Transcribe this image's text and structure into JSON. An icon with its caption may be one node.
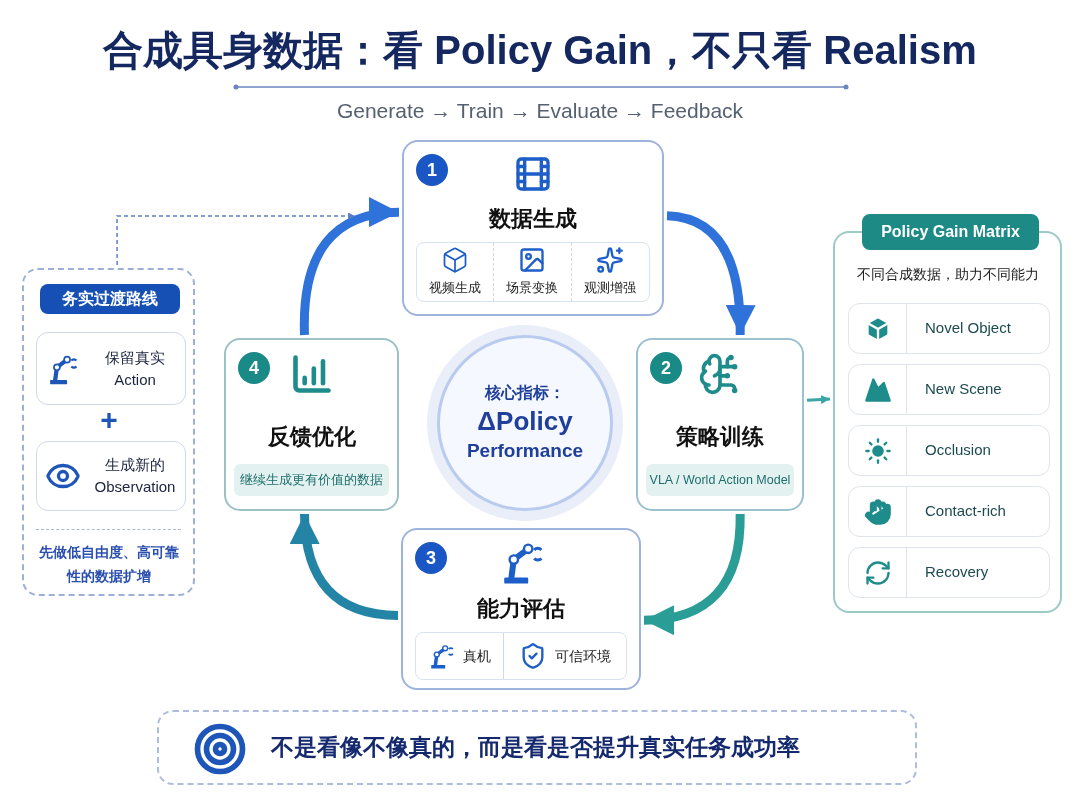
{
  "diagram": {
    "title": "合成具身数据：看 Policy Gain，不只看 Realism",
    "nodes": [
      {
        "text": [
          "务实过渡路线",
          "先做低自由度、高可靠性的数据扩增"
        ]
      },
      {
        "text": [
          "保留真实 Action"
        ],
        "in": 0
      },
      {
        "text": [
          "生成新的 Observation"
        ],
        "in": 0
      },
      {
        "text": [
          "1",
          "数据生成",
          "视频生成",
          "场景变换",
          "观测增强"
        ]
      },
      {
        "text": [
          "2",
          "策略训练",
          "VLA / World Action Model"
        ]
      },
      {
        "text": [
          "3",
          "能力评估",
          "真机",
          "可信环境"
        ]
      },
      {
        "text": [
          "4",
          "反馈优化",
          "继续生成更有价值的数据"
        ]
      },
      {
        "text": [
          "核心指标：",
          "ΔPolicy",
          "Performance"
        ]
      },
      {
        "text": [
          "Policy Gain Matrix",
          "不同合成数据，助力不同能力"
        ]
      },
      {
        "text": [
          "Novel Object"
        ],
        "in": 8
      },
      {
        "text": [
          "New Scene"
        ],
        "in": 8
      },
      {
        "text": [
          "Occlusion"
        ],
        "in": 8
      },
      {
        "text": [
          "Contact-rich"
        ],
        "in": 8
      },
      {
        "text": [
          "Recovery"
        ],
        "in": 8
      },
      {
        "text": [
          "不是看像不像真的，而是看是否提升真实任务成功率"
        ]
      }
    ],
    "edges": [
      {
        "from": 3,
        "to": 4,
        "arrow": "to",
        "color": "#2f72da"
      },
      {
        "from": 4,
        "to": 5,
        "arrow": "to",
        "color": "#2a9d96"
      },
      {
        "from": 5,
        "to": 6,
        "arrow": "to",
        "color": "#2384a6"
      },
      {
        "from": 6,
        "to": 3,
        "arrow": "to",
        "color": "#2f72da"
      },
      {
        "from": 4,
        "to": 8,
        "arrow": "to",
        "color": "#3aa6a6"
      },
      {
        "from": 0,
        "to": null,
        "arrow": "to",
        "style": "dashed",
        "color": "#5b7fc7"
      }
    ],
    "labels": [
      "Generate → Train → Evaluate → Feedback",
      "+"
    ]
  }
}
